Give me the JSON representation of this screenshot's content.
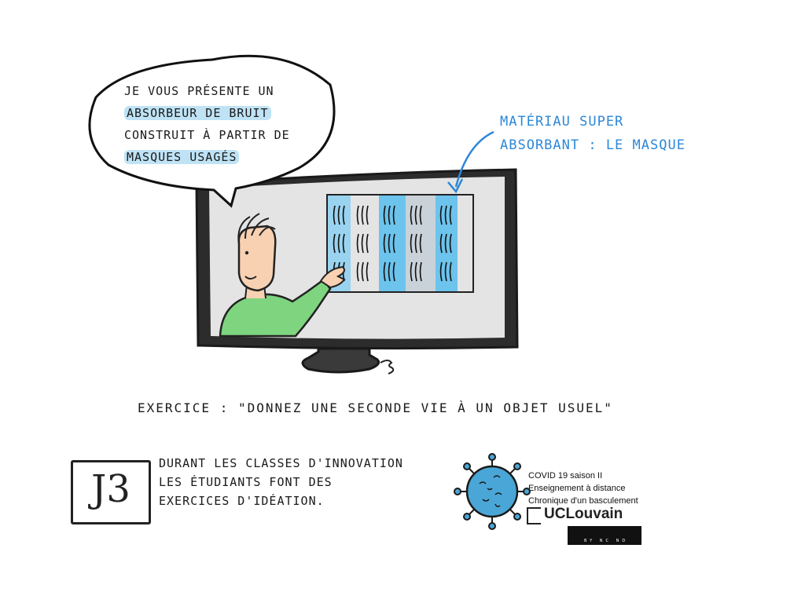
{
  "speech_bubble": {
    "lines": [
      "Je vous présente un",
      "absorbeur de bruit",
      "construit à partir de",
      "masques usagés"
    ]
  },
  "annotation": {
    "lines": [
      "Matériau super",
      "absorbant : le masque"
    ],
    "color": "#2d87d8"
  },
  "exercise": {
    "text": "Exercice : \"Donnez une seconde vie à un objet usuel\""
  },
  "episode": {
    "label": "J3",
    "lines": [
      "Durant les classes d'innovation",
      "les étudiants font des",
      "exercices d'idéation."
    ]
  },
  "credits": {
    "lines": [
      "COVID 19 saison II",
      "Enseignement à distance",
      "Chronique d'un basculement"
    ],
    "brand": "UCLouvain",
    "license": "BY NC ND"
  },
  "colors": {
    "highlight": "#bfe3f5",
    "panel_light": "#9ad3ef",
    "panel_blue": "#6cc3ec",
    "panel_grey": "#c9d2d9",
    "shirt": "#7ed47f",
    "skin": "#f7d1b2",
    "virus": "#4aa6d6",
    "screen_bg": "#e4e4e4",
    "bezel": "#2c2c2c"
  },
  "icons": [
    "virus-icon",
    "cc-license-icon",
    "uclouvain-logo"
  ]
}
